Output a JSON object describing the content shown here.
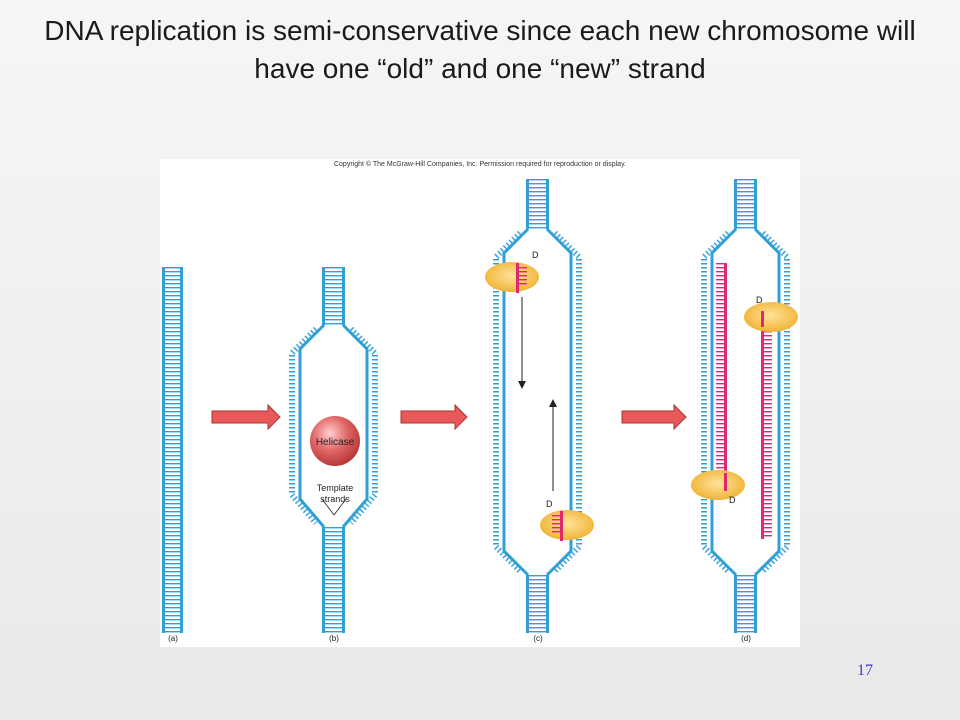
{
  "slide": {
    "title": "DNA replication is semi-conservative since each new chromosome will have one “old” and one “new” strand",
    "page_number": "17"
  },
  "figure": {
    "copyright": "Copyright © The McGraw-Hill Companies, Inc. Permission required for reproduction or display.",
    "panels": {
      "a": "(a)",
      "b": "(b)",
      "c": "(c)",
      "d": "(d)"
    },
    "helicase_label": "Helicase",
    "template_label_line1": "Template",
    "template_label_line2": "strands",
    "polymerase_label": "D",
    "colors": {
      "dna_strand": "#2f9fd8",
      "rungs": "#2f9fd8",
      "new_strand": "#e0276f",
      "polymerase": "#f2b733",
      "helicase": "#e05a5a",
      "arrow": "#e85a5a"
    }
  }
}
